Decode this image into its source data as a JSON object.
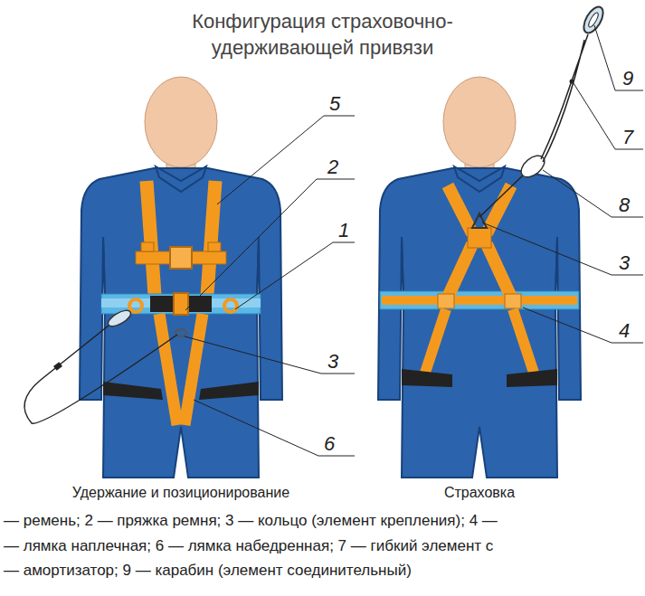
{
  "diagram": {
    "title": "Конфигурация страховочно-удерживающей привязи",
    "labels": [
      "5",
      "2",
      "1",
      "3",
      "6",
      "9",
      "7",
      "8",
      "3",
      "4",
      "Удержание и позиционирование",
      "Страховка",
      "— ремень; 2 — пряжка ремня; 3 — кольцо (элемент крепления); 4 —",
      "— лямка наплечная; 6 — лямка набедренная; 7 — гибкий элемент с",
      "— амортизатор; 9 — карабин (элемент соединительный)"
    ]
  }
}
